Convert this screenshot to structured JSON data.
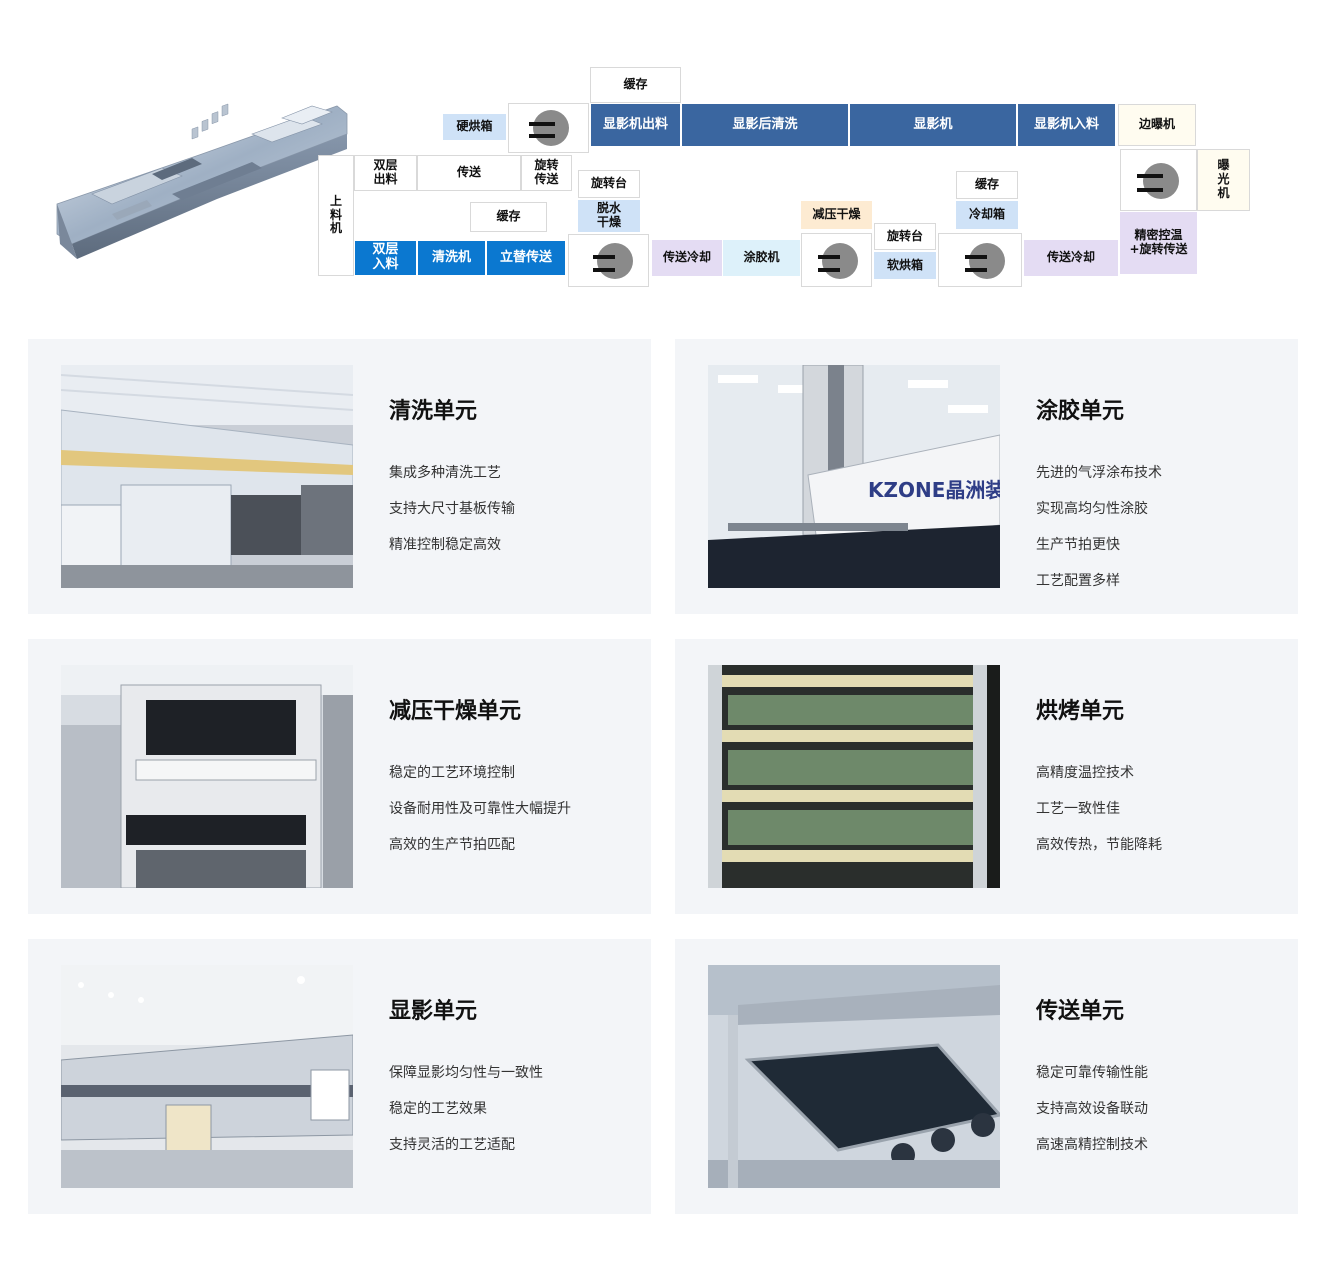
{
  "diagram": {
    "nodes": {
      "cache_top": "缓存",
      "dev_out": "显影机出料",
      "post_rinse": "显影后清洗",
      "developer": "显影机",
      "dev_in": "显影机入料",
      "edge_exposure": "边曝机",
      "hard_bake": "硬烘箱",
      "loader": "上\n料\n机",
      "dual_out": "双层\n出料",
      "transfer": "传送",
      "spin_transfer": "旋转\n传送",
      "rotary_1": "旋转台",
      "dehydrate": "脱水\n干燥",
      "cache_mid": "缓存",
      "dual_in": "双层\n入料",
      "washer": "清洗机",
      "vertical_transfer": "立替传送",
      "transfer_cool_1": "传送冷却",
      "coater": "涂胶机",
      "vcd": "减压干燥",
      "rotary_2": "旋转台",
      "soft_bake": "软烘箱",
      "cache_right": "缓存",
      "cool_box": "冷却箱",
      "transfer_cool_2": "传送冷却",
      "exposure": "曝\n光\n机",
      "precision": "精密控温\n+旋转传送"
    }
  },
  "units": [
    {
      "title": "清洗单元",
      "features": [
        "集成多种清洗工艺",
        "支持大尺寸基板传输",
        "精准控制稳定高效"
      ]
    },
    {
      "title": "涂胶单元",
      "features": [
        "先进的气浮涂布技术",
        "实现高均匀性涂胶",
        "生产节拍更快",
        "工艺配置多样"
      ],
      "logo_text": "KZONE晶洲装备"
    },
    {
      "title": "减压干燥单元",
      "features": [
        "稳定的工艺环境控制",
        "设备耐用性及可靠性大幅提升",
        "高效的生产节拍匹配"
      ]
    },
    {
      "title": "烘烤单元",
      "features": [
        "高精度温控技术",
        "工艺一致性佳",
        "高效传热，节能降耗"
      ]
    },
    {
      "title": "显影单元",
      "features": [
        "保障显影均匀性与一致性",
        "稳定的工艺效果",
        "支持灵活的工艺适配"
      ]
    },
    {
      "title": "传送单元",
      "features": [
        "稳定可靠传输性能",
        "支持高效设备联动",
        "高速高精控制技术"
      ]
    }
  ],
  "colors": {
    "navy": "#3a66a0",
    "blue": "#0b78d0",
    "card_bg": "#f3f5f8"
  }
}
